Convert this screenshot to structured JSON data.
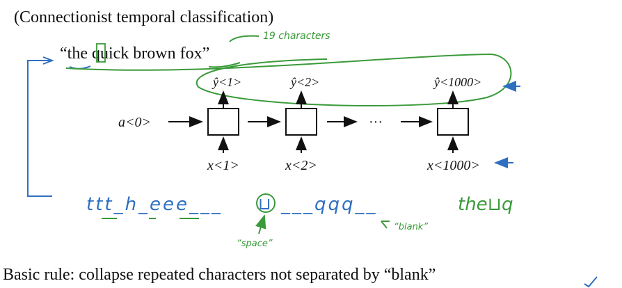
{
  "title": "(Connectionist temporal classification)",
  "example_sentence": "“the quick brown fox”",
  "annotation_char_count": "19 characters",
  "rnn": {
    "input_activation": "a<0>",
    "outputs": [
      "ŷ<1>",
      "ŷ<2>",
      "ŷ<1000>"
    ],
    "inputs": [
      "x<1>",
      "x<2>",
      "x<1000>"
    ],
    "ellipsis": "···"
  },
  "ctc_output": {
    "sequence_part1": "ttt_h_eee___",
    "space_symbol": "⊔",
    "sequence_part2": "___qqq__",
    "collapsed": "the⊔q",
    "label_space": "“space”",
    "label_blank": "“blank”"
  },
  "rule": "Basic rule: collapse repeated characters not separated by “blank”",
  "colors": {
    "ink": "#111111",
    "green": "#3a9a3a",
    "blue": "#2e6fc0"
  }
}
